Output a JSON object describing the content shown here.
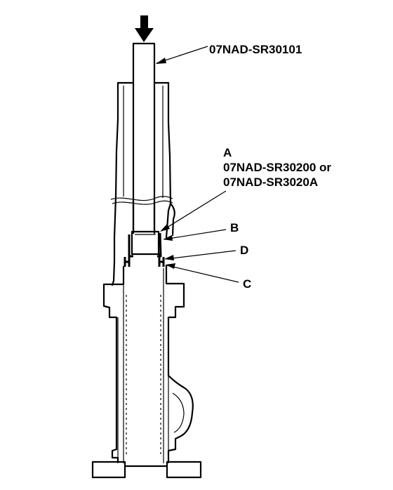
{
  "labels": {
    "tool_top": "07NAD-SR30101",
    "a_letter": "A",
    "a_line1": "07NAD-SR30200 or",
    "a_line2": "07NAD-SR3020A",
    "b": "B",
    "d": "D",
    "c": "C"
  },
  "icons": {
    "press_arrow": "down-arrow-icon"
  },
  "colors": {
    "ink": "#000000",
    "paper": "#ffffff"
  }
}
